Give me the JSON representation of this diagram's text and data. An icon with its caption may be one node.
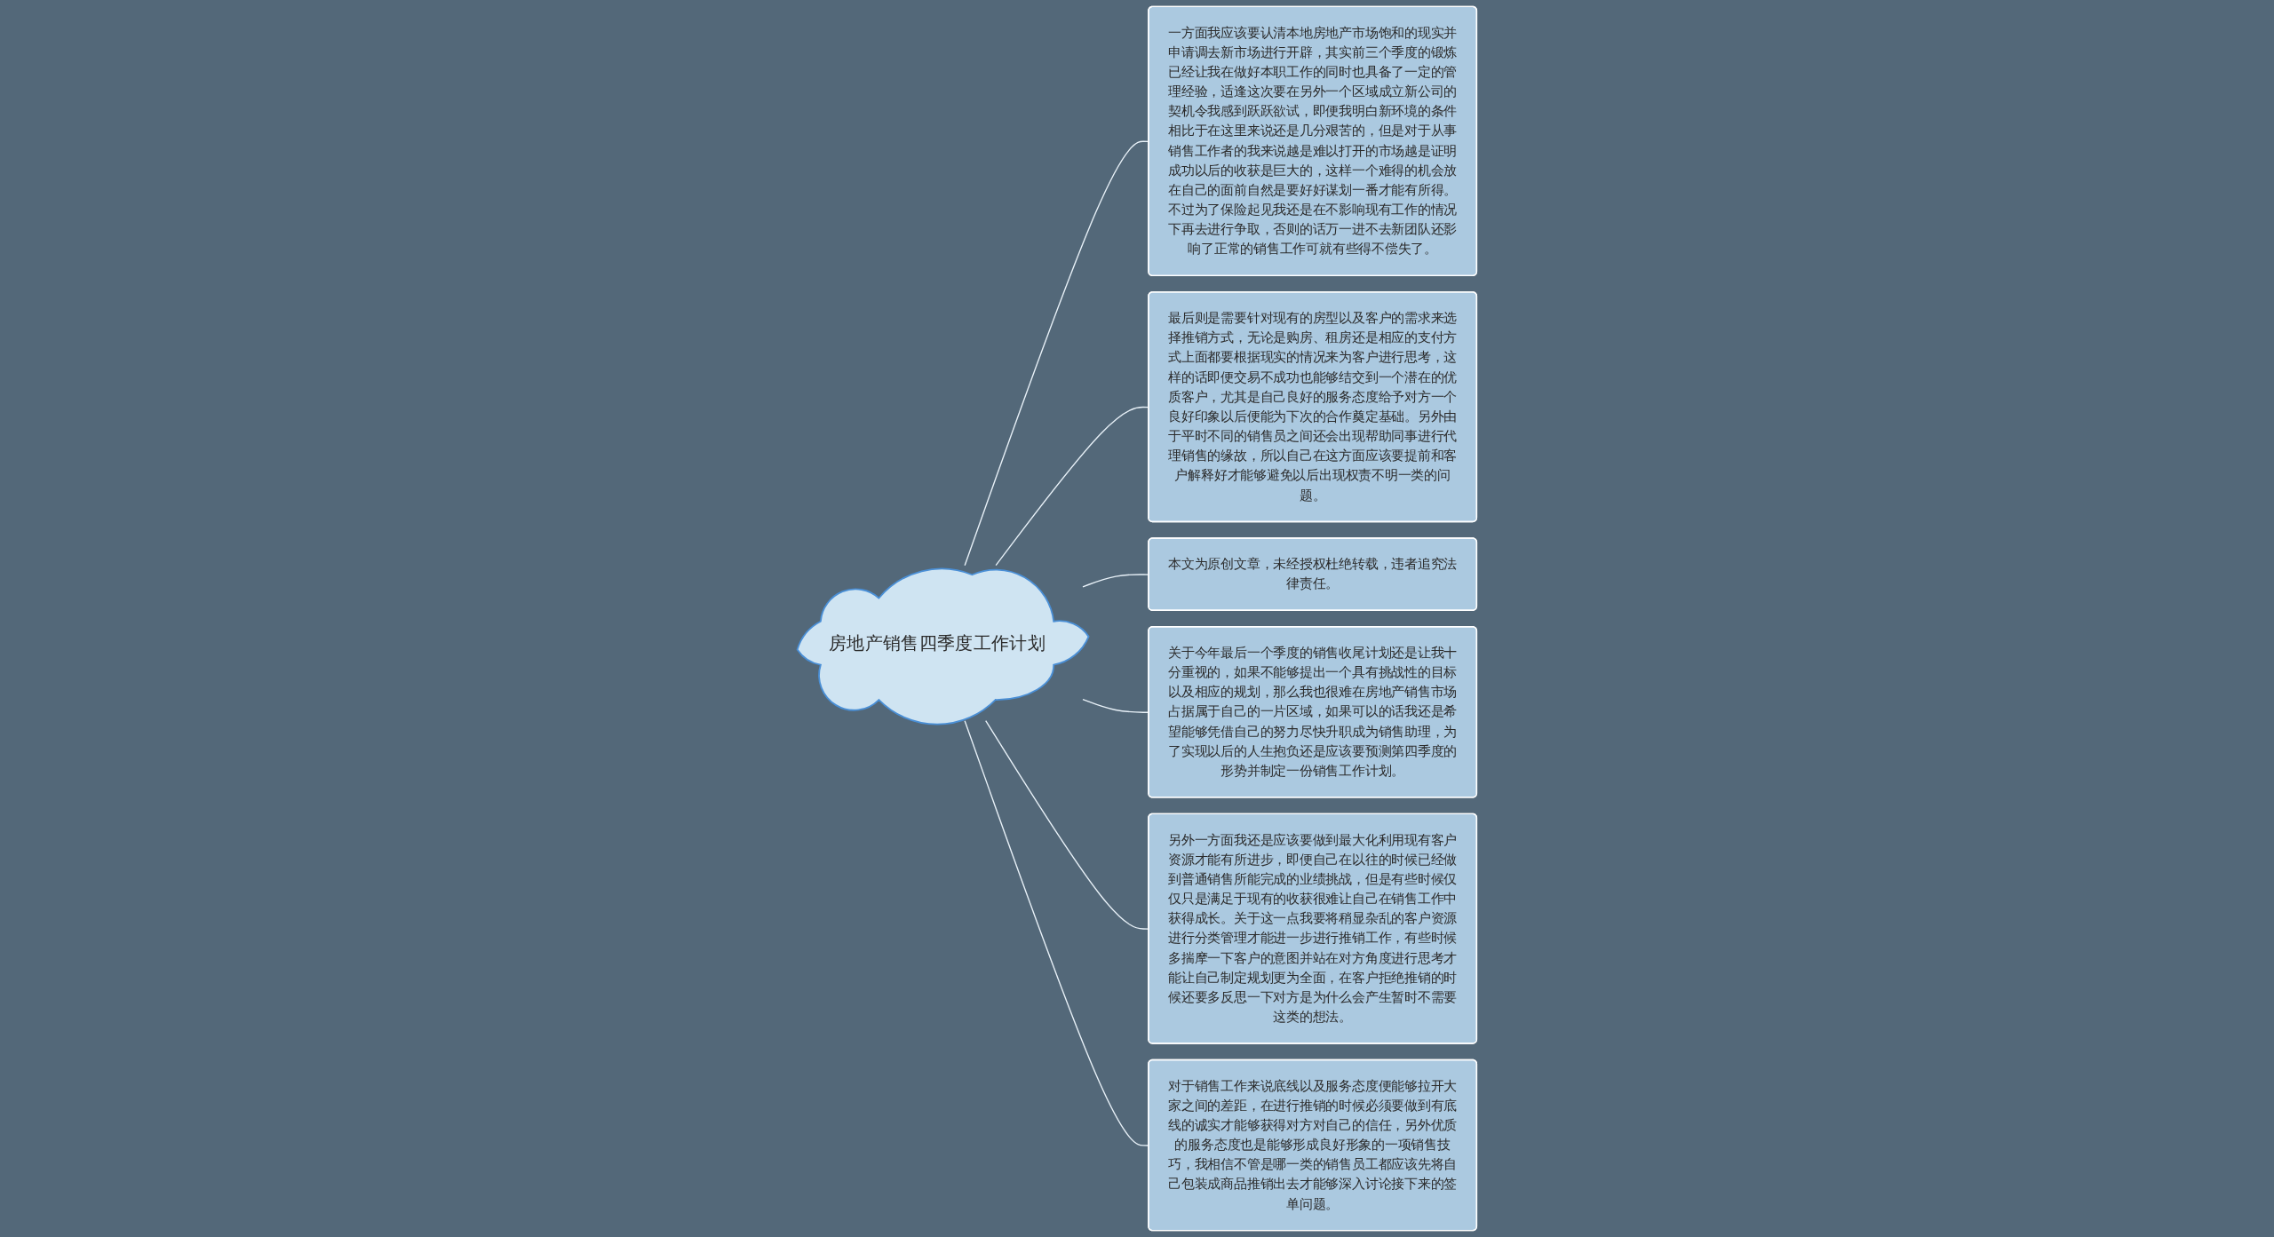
{
  "diagram": {
    "nodes": [
      {
        "text": [
          "房地产销售四季度工作计划"
        ]
      },
      {
        "text": [
          "一方面我应该要认清本地房地产市场饱和的现实并申请调去新市场进行开辟，其实前三个季度的锻炼已经让我在做好本职工作的同时也具备了一定的管理经验，适逢这次要在另外一个区域成立新公司的契机令我感到跃跃欲试，即便我明白新环境的条件相比于在这里来说还是几分艰苦的，但是对于从事销售工作者的我来说越是难以打开的市场越是证明成功以后的收获是巨大的，这样一个难得的机会放在自己的面前自然是要好好谋划一番才能有所得。不过为了保险起见我还是在不影响现有工作的情况下再去进行争取，否则的话万一进不去新团队还影响了正常的销售工作可就有些得不偿失了。"
        ]
      },
      {
        "text": [
          "最后则是需要针对现有的房型以及客户的需求来选择推销方式，无论是购房、租房还是相应的支付方式上面都要根据现实的情况来为客户进行思考，这样的话即便交易不成功也能够结交到一个潜在的优质客户，尤其是自己良好的服务态度给予对方一个良好印象以后便能为下次的合作奠定基础。另外由于平时不同的销售员之间还会出现帮助同事进行代理销售的缘故，所以自己在这方面应该要提前和客户解释好才能够避免以后出现权责不明一类的问题。"
        ]
      },
      {
        "text": [
          "本文为原创文章，未经授权杜绝转载，违者追究法律责任。"
        ]
      },
      {
        "text": [
          "关于今年最后一个季度的销售收尾计划还是让我十分重视的，如果不能够提出一个具有挑战性的目标以及相应的规划，那么我也很难在房地产销售市场占据属于自己的一片区域，如果可以的话我还是希望能够凭借自己的努力尽快升职成为销售助理，为了实现以后的人生抱负还是应该要预测第四季度的形势并制定一份销售工作计划。"
        ]
      },
      {
        "text": [
          "另外一方面我还是应该要做到最大化利用现有客户资源才能有所进步，即便自己在以往的时候已经做到普通销售所能完成的业绩挑战，但是有些时候仅仅只是满足于现有的收获很难让自己在销售工作中获得成长。关于这一点我要将稍显杂乱的客户资源进行分类管理才能进一步进行推销工作，有些时候多揣摩一下客户的意图并站在对方角度进行思考才能让自己制定规划更为全面，在客户拒绝推销的时候还要多反思一下对方是为什么会产生暂时不需要这类的想法。"
        ]
      },
      {
        "text": [
          "对于销售工作来说底线以及服务态度便能够拉开大家之间的差距，在进行推销的时候必须要做到有底线的诚实才能够获得对方对自己的信任，另外优质的服务态度也是能够形成良好形象的一项销售技巧，我相信不管是哪一类的销售员工都应该先将自己包装成商品推销出去才能够深入讨论接下来的签单问题。"
        ]
      }
    ],
    "edges": [
      {
        "from": 0,
        "to": 1,
        "arrow": "none"
      },
      {
        "from": 0,
        "to": 2,
        "arrow": "none"
      },
      {
        "from": 0,
        "to": 3,
        "arrow": "none"
      },
      {
        "from": 0,
        "to": 4,
        "arrow": "none"
      },
      {
        "from": 0,
        "to": 5,
        "arrow": "none"
      },
      {
        "from": 0,
        "to": 6,
        "arrow": "none"
      }
    ]
  }
}
